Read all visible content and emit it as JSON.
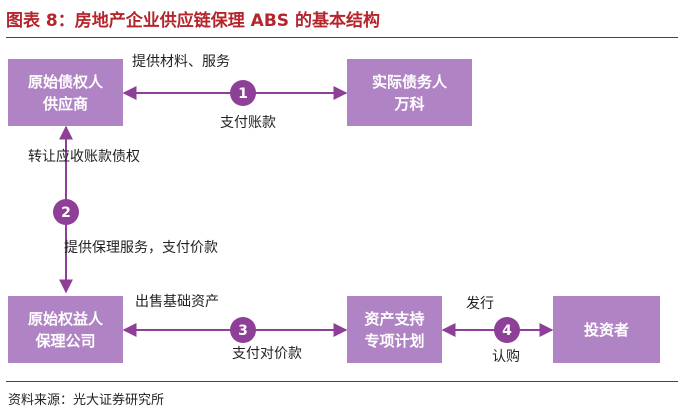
{
  "title": "图表 8：房地产企业供应链保理 ABS 的基本结构",
  "source": "资料来源：光大证券研究所",
  "colors": {
    "box": "#b084c4",
    "arrow": "#8e3f97",
    "title": "#b4252c"
  },
  "boxes": {
    "supplier": {
      "line1": "原始债权人",
      "line2": "供应商"
    },
    "debtor": {
      "line1": "实际债务人",
      "line2": "万科"
    },
    "factor": {
      "line1": "原始权益人",
      "line2": "保理公司"
    },
    "spv": {
      "line1": "资产支持",
      "line2": "专项计划"
    },
    "investor": {
      "line1": "投资者"
    }
  },
  "labels": {
    "provide_materials": "提供材料、服务",
    "pay_accounts": "支付账款",
    "transfer_receivables": "转让应收账款债权",
    "factoring_service": "提供保理服务，支付价款",
    "sell_assets": "出售基础资产",
    "pay_consideration": "支付对价款",
    "issue": "发行",
    "subscribe": "认购"
  },
  "steps": [
    "1",
    "2",
    "3",
    "4"
  ]
}
